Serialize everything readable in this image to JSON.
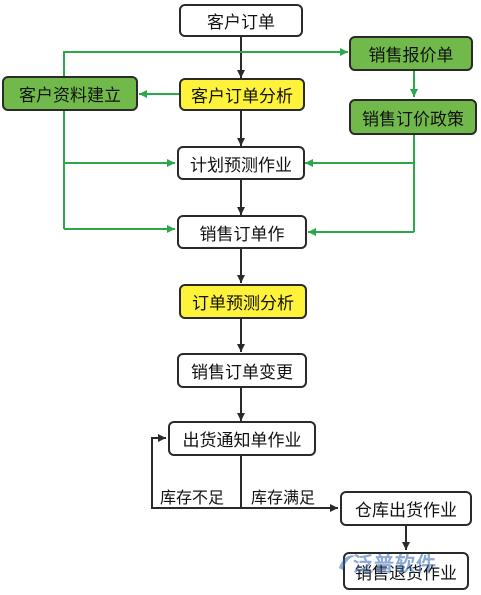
{
  "colors": {
    "green_line": "#2ba84a",
    "black_line": "#2a2a2a",
    "yellow": "#fff23a",
    "green": "#71b94a",
    "watermark": "#2f63b0"
  },
  "nodes": {
    "customer_order": "客户订单",
    "sales_quote": "销售报价单",
    "customer_profile": "客户资料建立",
    "order_analysis": "客户订单分析",
    "sales_pricing_policy": "销售订价政策",
    "forecast_job": "计划预测作业",
    "sales_order_job": "销售订单作",
    "order_forecast_analysis": "订单预测分析",
    "sales_order_change": "销售订单变更",
    "shipping_notice_job": "出货通知单作业",
    "warehouse_shipping_job": "仓库出货作业",
    "bottom_partial": "销售退货作业"
  },
  "labels": {
    "stock_insufficient": "库存不足",
    "stock_sufficient": "库存满足"
  },
  "watermark": {
    "text": "泛普软件",
    "icon": "logo-swoosh-icon"
  }
}
